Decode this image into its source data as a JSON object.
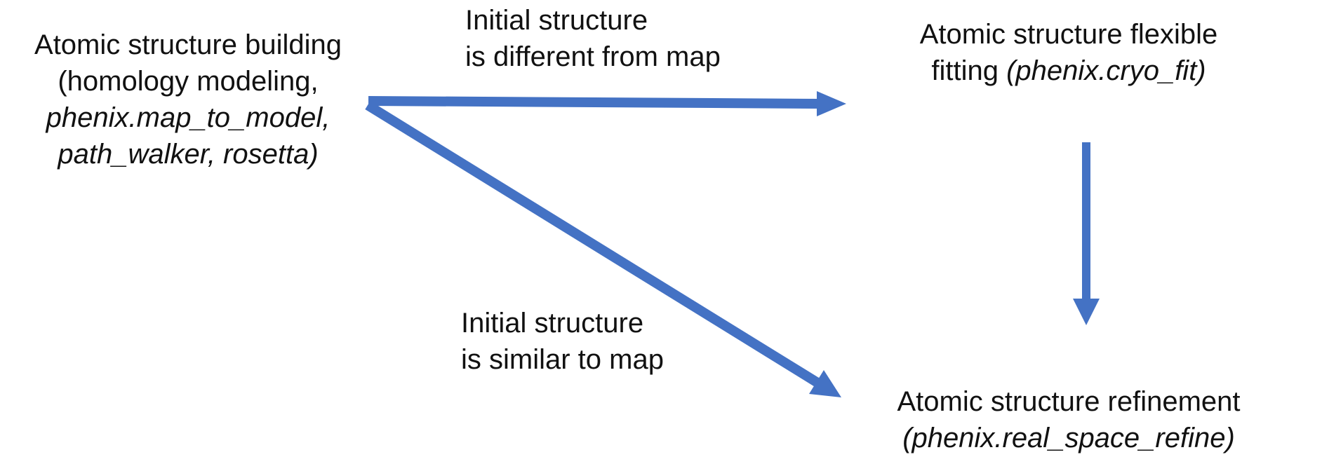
{
  "colors": {
    "arrow": "#4472C4",
    "text": "#111111",
    "background": "#FFFFFF"
  },
  "nodes": {
    "building": {
      "line1": "Atomic structure building",
      "line2": "(homology modeling,",
      "line3_italic": "phenix.map_to_model,",
      "line4_italic": "path_walker, rosetta)"
    },
    "fitting": {
      "line1": "Atomic structure flexible",
      "line2_regular": "fitting ",
      "line2_italic": "(phenix.cryo_fit)"
    },
    "refinement": {
      "line1": "Atomic structure refinement",
      "line2_italic": "(phenix.real_space_refine)"
    }
  },
  "edge_labels": {
    "different": {
      "line1": "Initial structure",
      "line2": "is different from map"
    },
    "similar": {
      "line1": "Initial structure",
      "line2": "is similar to map"
    }
  },
  "arrows": [
    {
      "name": "building-to-fitting",
      "direction": "right"
    },
    {
      "name": "building-to-refinement",
      "direction": "down-right"
    },
    {
      "name": "fitting-to-refinement",
      "direction": "down"
    }
  ]
}
